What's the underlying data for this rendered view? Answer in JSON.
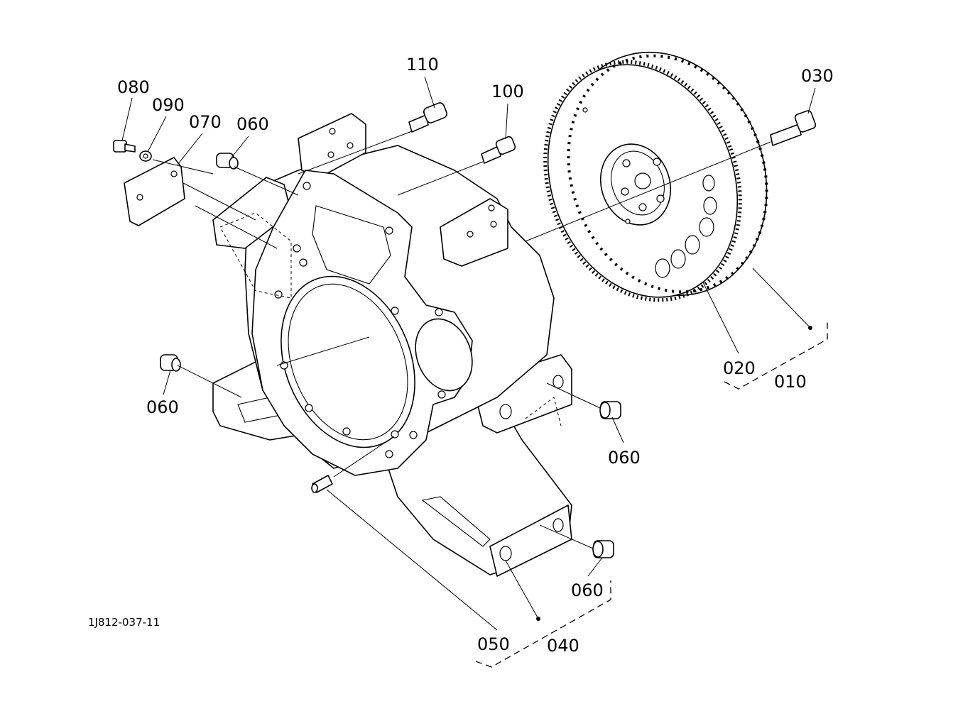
{
  "diagram": {
    "drawing_number": "1J812-037-11",
    "callouts": [
      {
        "id": "c080",
        "label": "080",
        "part": "bolt (cover)"
      },
      {
        "id": "c090",
        "label": "090",
        "part": "lock washer"
      },
      {
        "id": "c070",
        "label": "070",
        "part": "cover plate"
      },
      {
        "id": "c060a",
        "label": "060",
        "part": "bushing"
      },
      {
        "id": "c110",
        "label": "110",
        "part": "bolt"
      },
      {
        "id": "c100",
        "label": "100",
        "part": "bolt"
      },
      {
        "id": "c030",
        "label": "030",
        "part": "flywheel bolt"
      },
      {
        "id": "c020",
        "label": "020",
        "part": "ring gear"
      },
      {
        "id": "c010",
        "label": "010",
        "part": "flywheel assembly"
      },
      {
        "id": "c060b",
        "label": "060",
        "part": "bushing"
      },
      {
        "id": "c060c",
        "label": "060",
        "part": "bushing"
      },
      {
        "id": "c060d",
        "label": "060",
        "part": "bushing"
      },
      {
        "id": "c050",
        "label": "050",
        "part": "pin"
      },
      {
        "id": "c040",
        "label": "040",
        "part": "flywheel housing"
      }
    ]
  }
}
